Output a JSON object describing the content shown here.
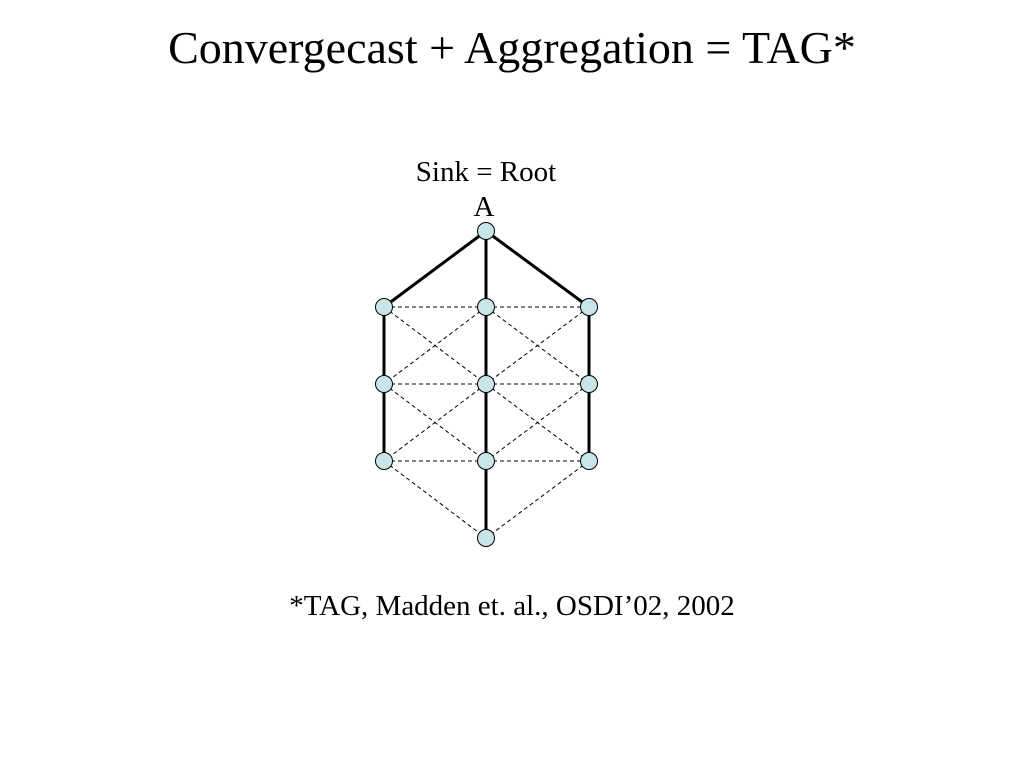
{
  "slide": {
    "title": "Convergecast + Aggregation = TAG*",
    "sink_label": "Sink = Root",
    "root_node_label": "A",
    "citation": "*TAG, Madden et. al., OSDI’02, 2002"
  },
  "graph": {
    "node_fill": "#c8e6e8",
    "node_stroke": "#000000",
    "tree_edge_color": "#000000",
    "link_edge_color": "#000000",
    "nodes": [
      {
        "id": "A",
        "col": 1,
        "row": 0
      },
      {
        "id": "n1",
        "col": 0,
        "row": 1
      },
      {
        "id": "n2",
        "col": 1,
        "row": 1
      },
      {
        "id": "n3",
        "col": 2,
        "row": 1
      },
      {
        "id": "n4",
        "col": 0,
        "row": 2
      },
      {
        "id": "n5",
        "col": 1,
        "row": 2
      },
      {
        "id": "n6",
        "col": 2,
        "row": 2
      },
      {
        "id": "n7",
        "col": 0,
        "row": 3
      },
      {
        "id": "n8",
        "col": 1,
        "row": 3
      },
      {
        "id": "n9",
        "col": 2,
        "row": 3
      },
      {
        "id": "n10",
        "col": 1,
        "row": 4
      }
    ],
    "tree_edges": [
      [
        "A",
        "n1"
      ],
      [
        "A",
        "n2"
      ],
      [
        "A",
        "n3"
      ],
      [
        "n1",
        "n4"
      ],
      [
        "n4",
        "n7"
      ],
      [
        "n2",
        "n5"
      ],
      [
        "n5",
        "n8"
      ],
      [
        "n8",
        "n10"
      ],
      [
        "n3",
        "n6"
      ],
      [
        "n6",
        "n9"
      ]
    ],
    "link_edges": [
      [
        "n1",
        "n2"
      ],
      [
        "n2",
        "n3"
      ],
      [
        "n4",
        "n5"
      ],
      [
        "n5",
        "n6"
      ],
      [
        "n7",
        "n8"
      ],
      [
        "n8",
        "n9"
      ],
      [
        "n1",
        "n5"
      ],
      [
        "n2",
        "n4"
      ],
      [
        "n2",
        "n6"
      ],
      [
        "n3",
        "n5"
      ],
      [
        "n4",
        "n8"
      ],
      [
        "n5",
        "n7"
      ],
      [
        "n5",
        "n9"
      ],
      [
        "n6",
        "n8"
      ],
      [
        "n7",
        "n10"
      ],
      [
        "n9",
        "n10"
      ]
    ]
  }
}
